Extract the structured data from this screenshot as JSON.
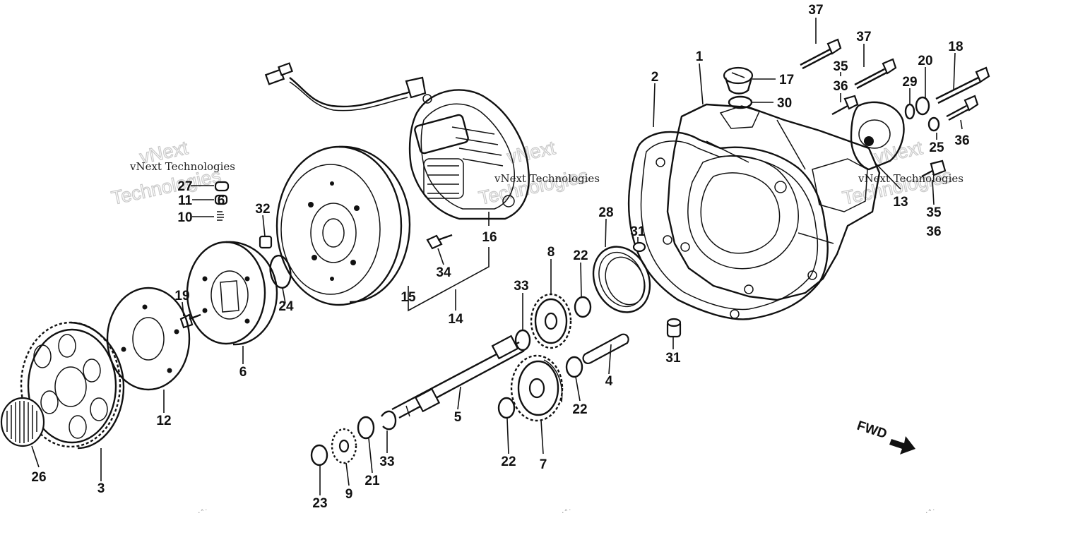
{
  "labels": [
    {
      "id": "p37a",
      "text": "37"
    },
    {
      "id": "p37b",
      "text": "37"
    },
    {
      "id": "p1",
      "text": "1"
    },
    {
      "id": "p2",
      "text": "2"
    },
    {
      "id": "p17",
      "text": "17"
    },
    {
      "id": "p30",
      "text": "30"
    },
    {
      "id": "p35a",
      "text": "35"
    },
    {
      "id": "p36a",
      "text": "36"
    },
    {
      "id": "p20",
      "text": "20"
    },
    {
      "id": "p18",
      "text": "18"
    },
    {
      "id": "p29",
      "text": "29"
    },
    {
      "id": "p25",
      "text": "25"
    },
    {
      "id": "p36b",
      "text": "36"
    },
    {
      "id": "p13",
      "text": "13"
    },
    {
      "id": "p35b",
      "text": "35"
    },
    {
      "id": "p36c",
      "text": "36"
    },
    {
      "id": "p27",
      "text": "27"
    },
    {
      "id": "p11",
      "text": "11"
    },
    {
      "id": "p6a",
      "text": "6"
    },
    {
      "id": "p10",
      "text": "10"
    },
    {
      "id": "p32",
      "text": "32"
    },
    {
      "id": "p16",
      "text": "16"
    },
    {
      "id": "p34",
      "text": "34"
    },
    {
      "id": "p15",
      "text": "15"
    },
    {
      "id": "p14",
      "text": "14"
    },
    {
      "id": "p28",
      "text": "28"
    },
    {
      "id": "p31a",
      "text": "31"
    },
    {
      "id": "p31b",
      "text": "31"
    },
    {
      "id": "p8",
      "text": "8"
    },
    {
      "id": "p22a",
      "text": "22"
    },
    {
      "id": "p33a",
      "text": "33"
    },
    {
      "id": "p24",
      "text": "24"
    },
    {
      "id": "p19",
      "text": "19"
    },
    {
      "id": "p6b",
      "text": "6"
    },
    {
      "id": "p4",
      "text": "4"
    },
    {
      "id": "p5",
      "text": "5"
    },
    {
      "id": "p22b",
      "text": "22"
    },
    {
      "id": "p22c",
      "text": "22"
    },
    {
      "id": "p7",
      "text": "7"
    },
    {
      "id": "p12",
      "text": "12"
    },
    {
      "id": "p3",
      "text": "3"
    },
    {
      "id": "p26",
      "text": "26"
    },
    {
      "id": "p33b",
      "text": "33"
    },
    {
      "id": "p21",
      "text": "21"
    },
    {
      "id": "p9",
      "text": "9"
    },
    {
      "id": "p23",
      "text": "23"
    }
  ],
  "watermarks": [
    {
      "small": "vNext Technologies",
      "large": "vNext\nTechnologies"
    },
    {
      "small": "vNext Technologies",
      "large": "vNext\nTechnologies"
    },
    {
      "small": "vNext Technologies",
      "large": "vNext\nTechnologies"
    }
  ],
  "fwd_label": "FWD"
}
